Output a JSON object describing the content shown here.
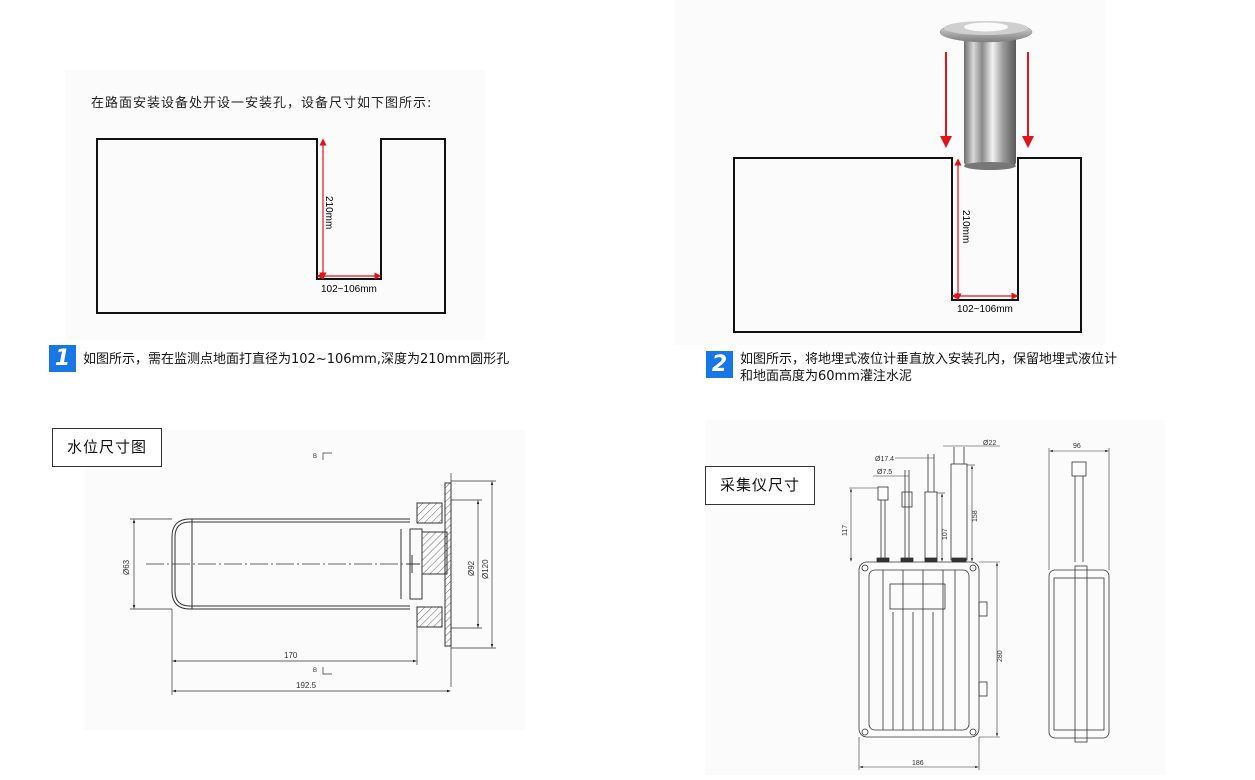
{
  "top_left": {
    "intro": "在路面安装设备处开设一安装孔，设备尺寸如下图所示:",
    "depth_label": "210mm",
    "width_label": "102~106mm",
    "step": {
      "number": "1",
      "text": "如图所示，需在监测点地面打直径为102~106mm,深度为210mm圆形孔"
    }
  },
  "top_right": {
    "depth_label": "210mm",
    "width_label": "102~106mm",
    "step": {
      "number": "2",
      "line1": "如图所示，将地埋式液位计垂直放入安装孔内，保留地埋式液位计",
      "line2": "和地面高度为60mm灌注水泥"
    }
  },
  "water_level": {
    "title": "水位尺寸图",
    "section_marker_top": "B",
    "section_marker_bottom": "B",
    "dim_diameter_body": "Ø63",
    "dim_diameter_inner": "Ø92",
    "dim_diameter_flange": "Ø120",
    "dim_length_body": "170",
    "dim_length_total": "192.5"
  },
  "collector": {
    "title": "采集仪尺寸",
    "dim_d1": "Ø7.5",
    "dim_d2": "Ø17.4",
    "dim_d3": "Ø22",
    "dim_h1": "117",
    "dim_h2": "107",
    "dim_h3": "158",
    "dim_height": "280",
    "dim_width": "186",
    "dim_depth": "96"
  },
  "colors": {
    "badge": "#1677e5",
    "arrow_red": "#e0141a",
    "line": "#111111"
  }
}
